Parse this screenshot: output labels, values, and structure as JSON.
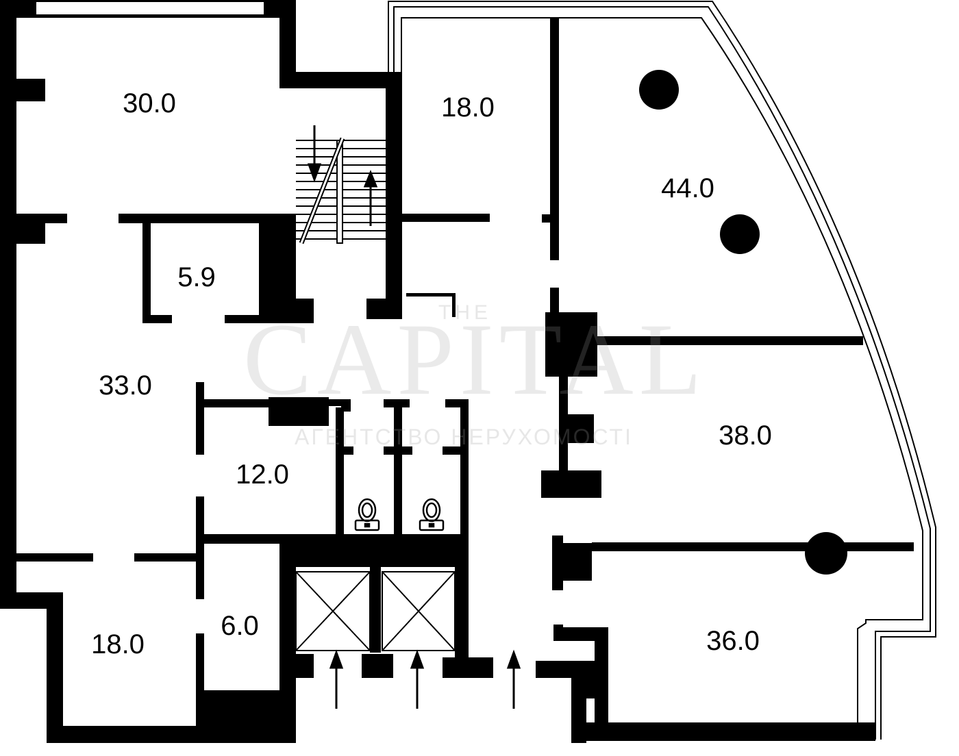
{
  "rooms": {
    "r1": "30.0",
    "r2": "18.0",
    "r3": "44.0",
    "r4": "5.9",
    "r5": "33.0",
    "r6": "12.0",
    "r7": "38.0",
    "r8": "18.0",
    "r9": "6.0",
    "r10": "36.0"
  },
  "watermark": {
    "the": "THE",
    "brand": "CAPITAL",
    "tagline": "АГЕНТСТВО НЕРУХОМОСТІ"
  },
  "colors": {
    "wall": "#000000",
    "background": "#ffffff"
  }
}
